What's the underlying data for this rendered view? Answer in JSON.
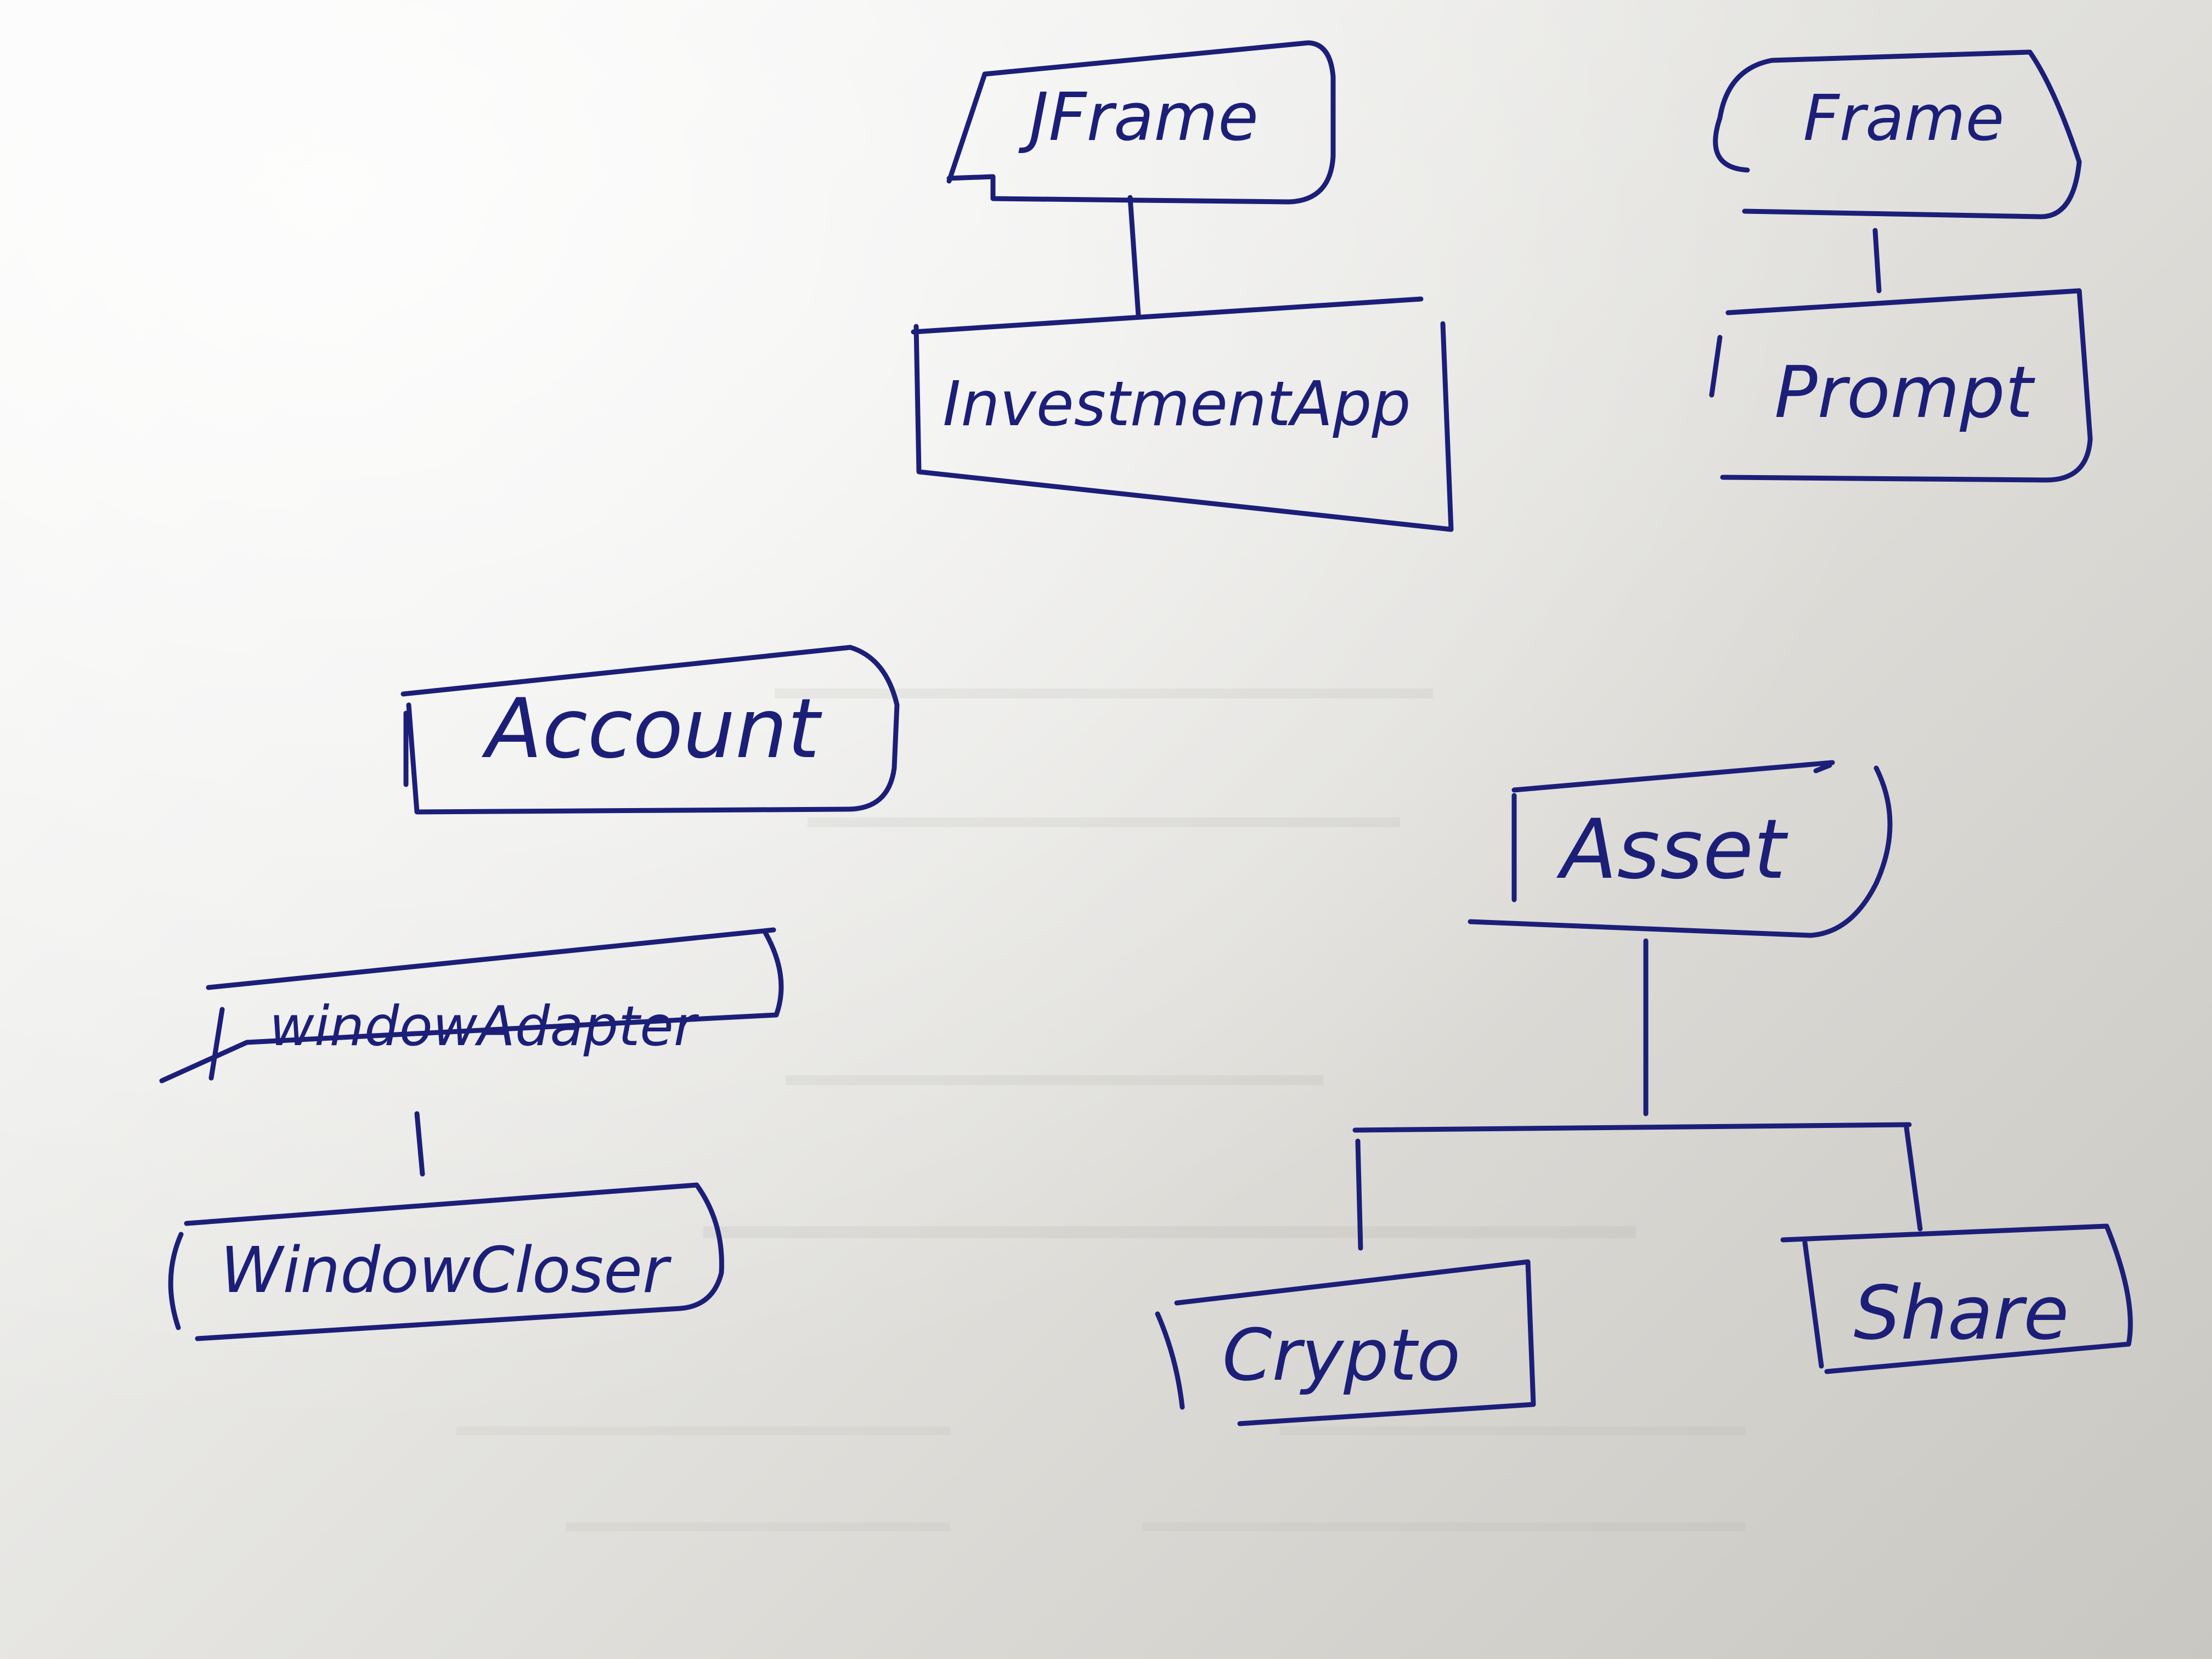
{
  "diagram": {
    "nodes": {
      "jframe": "JFrame",
      "frame": "Frame",
      "investmentapp": "InvestmentApp",
      "prompt": "Prompt",
      "account": "Account",
      "asset": "Asset",
      "windowadapter": "windowAdapter",
      "windowcloser": "WindowCloser",
      "crypto": "Crypto",
      "share": "Share"
    },
    "edges": [
      {
        "from": "JFrame",
        "to": "InvestmentApp"
      },
      {
        "from": "Frame",
        "to": "Prompt"
      },
      {
        "from": "windowAdapter",
        "to": "WindowCloser"
      },
      {
        "from": "Asset",
        "to": "Crypto"
      },
      {
        "from": "Asset",
        "to": "Share"
      }
    ]
  },
  "colors": {
    "ink": "#1c1f78",
    "paper": "#ecebe8"
  }
}
